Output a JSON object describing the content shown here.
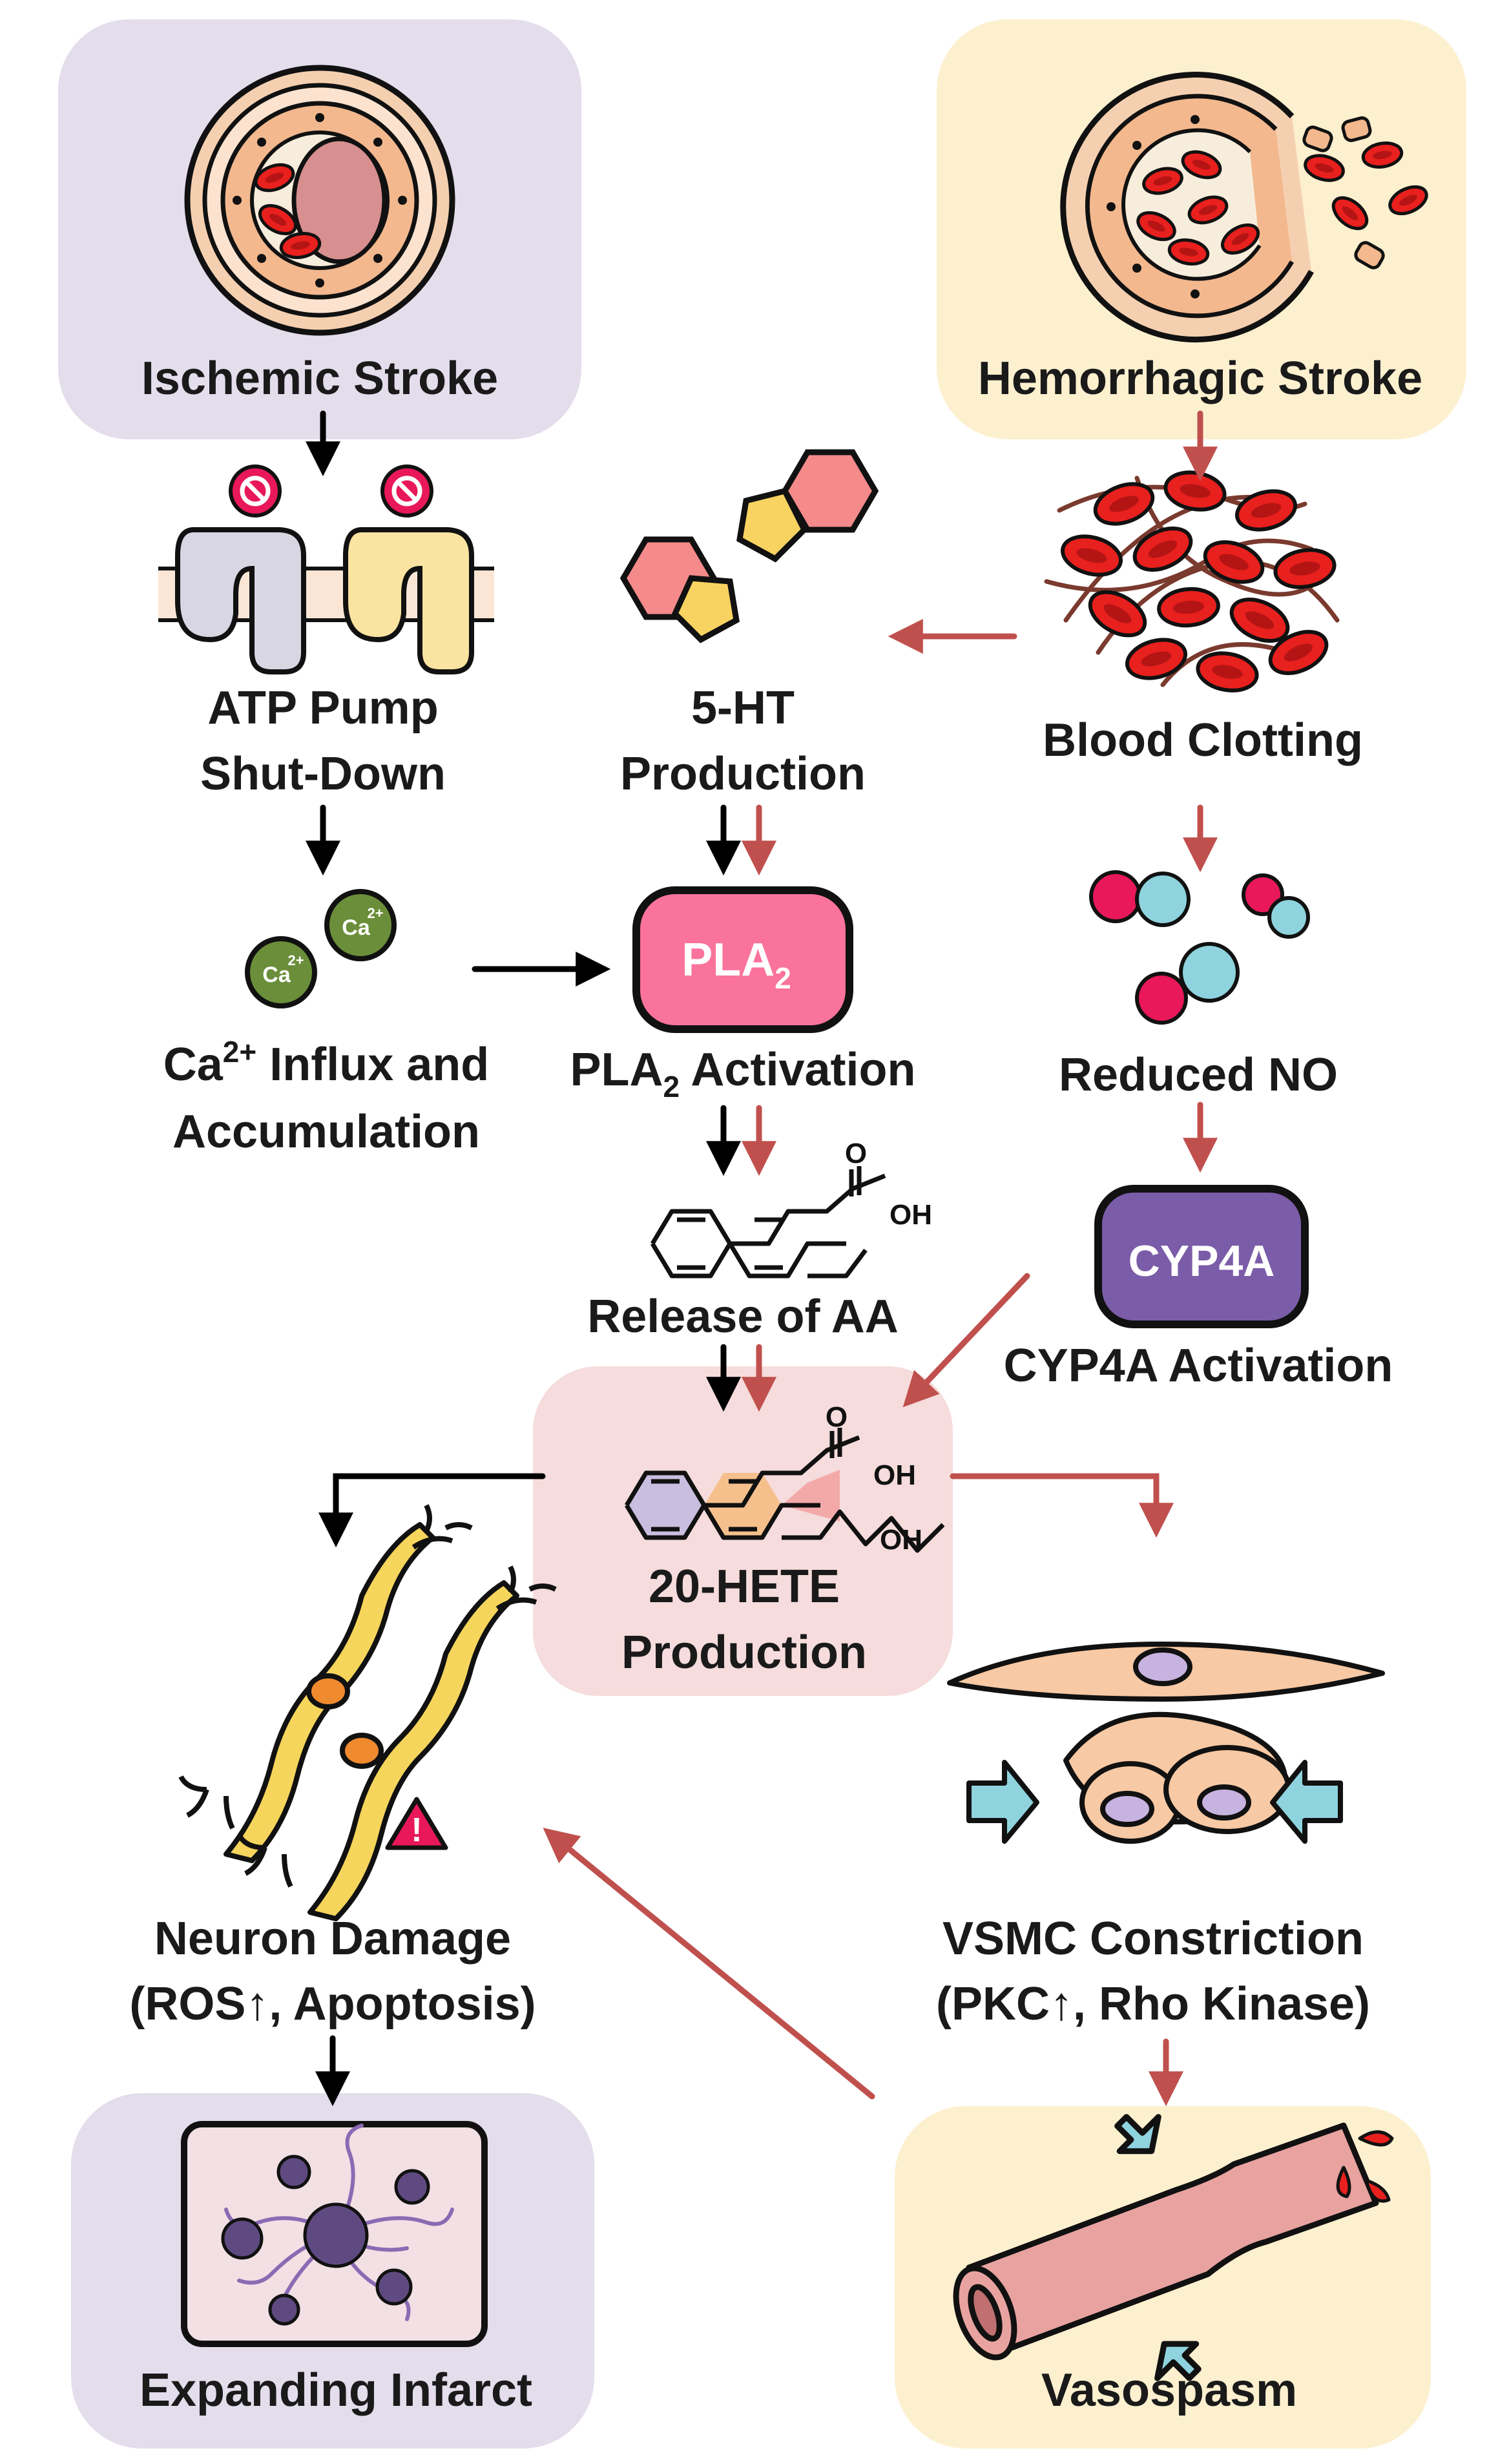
{
  "nodes": {
    "ischemic": "Ischemic Stroke",
    "hemorrhagic": "Hemorrhagic Stroke",
    "atp_line1": "ATP Pump",
    "atp_line2": "Shut-Down",
    "ht_line1": "5-HT",
    "ht_line2": "Production",
    "clotting": "Blood Clotting",
    "ca_line1_base": "Ca",
    "ca_line1_sup": "2+",
    "ca_line1_rest": " Influx and",
    "ca_line2": "Accumulation",
    "ca_ion": "Ca",
    "ca_ion_sup": "2+",
    "pla2_box_base": "PLA",
    "pla2_box_sub": "2",
    "pla2_label_base": "PLA",
    "pla2_label_sub": "2",
    "pla2_label_rest": " Activation",
    "reduced_no": "Reduced NO",
    "aa_release": "Release of AA",
    "oh": "OH",
    "o": "O",
    "cyp4a_box": "CYP4A",
    "cyp4a_label": "CYP4A Activation",
    "hete_line1": "20-HETE",
    "hete_line2": "Production",
    "neuron_line1": "Neuron Damage",
    "neuron_line2": "(ROS↑, Apoptosis)",
    "vsmc_line1": "VSMC Constriction",
    "vsmc_line2": "(PKC↑, Rho Kinase)",
    "infarct": "Expanding Infarct",
    "vasospasm": "Vasospasm",
    "warning": "!"
  },
  "colors": {
    "ischemic_bg": "#e3ddec",
    "hemorrhagic_bg": "#fdf0cf",
    "hete_bg": "#f6dcdc",
    "black_arrow": "#000000",
    "red_arrow": "#c0504d",
    "pla2_fill": "#f9739c",
    "cyp4a_fill": "#7b5ca8",
    "blood_cell": "#e8201e",
    "ca_ion": "#6b8e3a",
    "no_pink": "#e8185a",
    "no_blue": "#8fd3de",
    "vsmc_cell": "#f7c9a4",
    "vsmc_nucleus": "#c7b3e0",
    "neuron": "#f6d55c",
    "vessel": "#e8a3a0"
  },
  "icons": [
    "artery-icon",
    "ruptured-artery-icon",
    "ion-pump-icon",
    "serotonin-icon",
    "blood-clot-icon",
    "calcium-ion-icon",
    "nitric-oxide-icon",
    "arachidonic-acid-icon",
    "hete-molecule-icon",
    "neuron-icon",
    "warning-icon",
    "smooth-muscle-icon",
    "infarct-icon",
    "vessel-spasm-icon"
  ]
}
